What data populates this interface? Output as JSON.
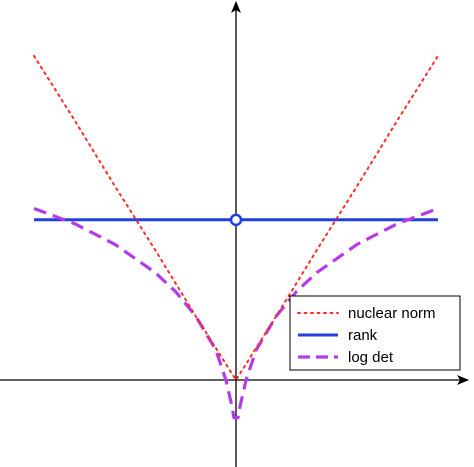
{
  "chart_data": {
    "type": "line",
    "title": "",
    "xlabel": "",
    "ylabel": "",
    "axes_style": "centered-arrows",
    "grid": false,
    "legend_placement": "bottom-right",
    "xlim": [
      -1,
      1
    ],
    "ylim": [
      -0.45,
      1.9
    ],
    "series": [
      {
        "name": "nuclear norm",
        "style": "dotted",
        "color": "#ff2a2a",
        "x": [
          -1,
          -0.8,
          -0.6,
          -0.4,
          -0.2,
          0,
          0.2,
          0.4,
          0.6,
          0.8,
          1
        ],
        "y": [
          1.72,
          1.38,
          1.03,
          0.69,
          0.34,
          0,
          0.34,
          0.69,
          1.03,
          1.38,
          1.72
        ]
      },
      {
        "name": "rank",
        "style": "solid",
        "color": "#1f3fe0",
        "x": [
          -1,
          1
        ],
        "y": [
          0.85,
          0.85
        ],
        "marker": {
          "x": 0,
          "y": 0.85,
          "shape": "open-circle"
        }
      },
      {
        "name": "log det",
        "style": "dashed",
        "color": "#b43ce8",
        "x": [
          -1,
          -0.8,
          -0.6,
          -0.4,
          -0.3,
          -0.2,
          -0.1,
          -0.05,
          -0.02,
          -0.01,
          0.01,
          0.02,
          0.05,
          0.1,
          0.2,
          0.3,
          0.4,
          0.6,
          0.8,
          1
        ],
        "y": [
          0.91,
          0.83,
          0.72,
          0.57,
          0.47,
          0.34,
          0.16,
          0,
          -0.14,
          -0.2,
          -0.2,
          -0.14,
          0,
          0.16,
          0.34,
          0.47,
          0.57,
          0.72,
          0.83,
          0.91
        ]
      }
    ]
  }
}
